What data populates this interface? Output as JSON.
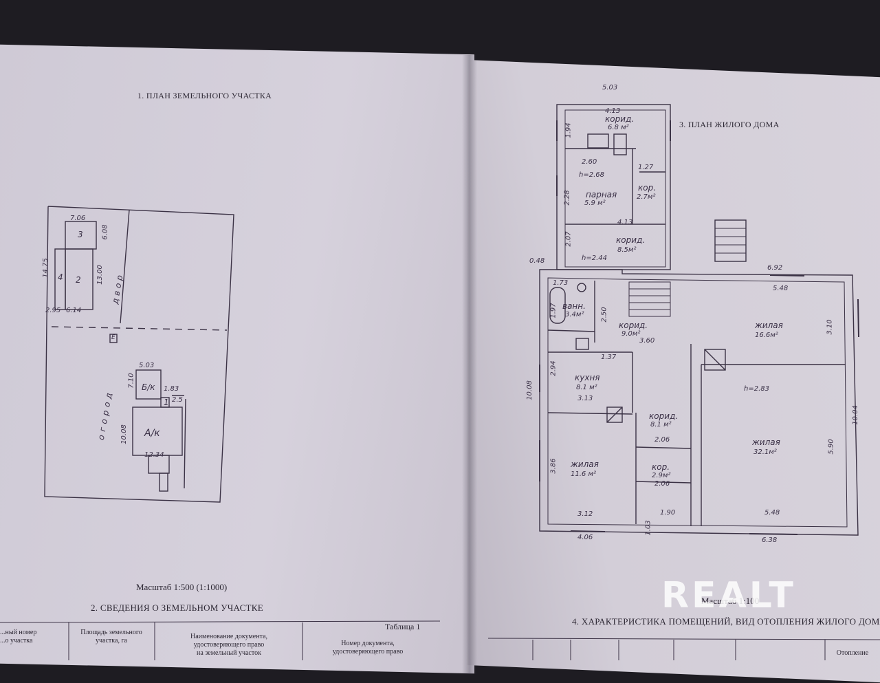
{
  "left": {
    "title": "1. ПЛАН ЗЕМЕЛЬНОГО УЧАСТКА",
    "scale": "Масштаб 1:500 (1:1000)",
    "section2": "2. СВЕДЕНИЯ О ЗЕМЕЛЬНОМ УЧАСТКЕ",
    "table_label": "Таблица 1",
    "table_headers": [
      "...ный номер\n...о участка",
      "Площадь земельного\nучастка, га",
      "Наименование документа,\nудостоверяющего право\nна земельный участок",
      "Номер документа,\nудостоверяющего право"
    ],
    "site_labels": {
      "outbuilding_w": "7.06",
      "outbuilding_h": "6.08",
      "n3": "3",
      "n4": "4",
      "n2": "2",
      "d1475": "14.75",
      "d1300": "13.00",
      "d295": "2.95",
      "d614": "6.14",
      "yard": "двор",
      "garden": "огород",
      "house_top": "5.03",
      "d710": "7.10",
      "d183": "1.83",
      "d25": "2.5",
      "bk": "Б/к",
      "n1": "1",
      "a_k": "А/к",
      "d1008": "10.08",
      "d1234": "12.34",
      "e_mark": "Е"
    }
  },
  "right": {
    "title": "3. ПЛАН ЖИЛОГО ДОМА",
    "scale": "Масштаб 1:100",
    "section4": "4. ХАРАКТЕРИСТИКА ПОМЕЩЕНИЙ, ВИД ОТОПЛЕНИЯ ЖИЛОГО ДОМА",
    "heating": "Отопление",
    "rooms": {
      "top_w": "5.03",
      "d413a": "4.13",
      "koridor1": "корид.",
      "koridor1_area": "6.8 м²",
      "d194": "1.94",
      "d260": "2.60",
      "h268": "h=2.68",
      "d127": "1.27",
      "kor": "кор.",
      "kor_area": "2.7м²",
      "d228": "2.28",
      "parnaya": "парная",
      "parnaya_area": "5.9 м²",
      "d413b": "4.13",
      "d207": "2.07",
      "koridor2": "корид.",
      "koridor2_area": "8.5м²",
      "h244": "h=2.44",
      "d048": "0.48",
      "d692": "6.92",
      "d173": "1.73",
      "vann": "ванн.",
      "vann_area": "3.4м²",
      "d197": "1.97",
      "d250": "2.50",
      "d548a": "5.48",
      "zhilaya1": "жилая",
      "zhilaya1_area": "16.6м²",
      "d310": "3.10",
      "koridor3": "корид.",
      "koridor3_area": "9.0м²",
      "d360": "3.60",
      "d137": "1.37",
      "d294": "2.94",
      "kuhnya": "кухня",
      "kuhnya_area": "8.1 м²",
      "d313": "3.13",
      "d1008r": "10.08",
      "h283": "h=2.83",
      "d1004": "10.04",
      "koridor4": "корид.",
      "koridor4_area": "8.1 м²",
      "d590": "5.90",
      "zhilaya2": "жилая",
      "zhilaya2_area": "32.1м²",
      "d206a": "2.06",
      "d386": "3.86",
      "zhilaya3": "жилая",
      "zhilaya3_area": "11.6 м²",
      "kor2": "кор.",
      "kor2_area": "2.9м²",
      "d206b": "2.06",
      "d312": "3.12",
      "d190": "1.90",
      "d548b": "5.48",
      "d103": "1.03",
      "d406": "4.06",
      "d638": "6.38"
    }
  },
  "watermark": "REALT"
}
